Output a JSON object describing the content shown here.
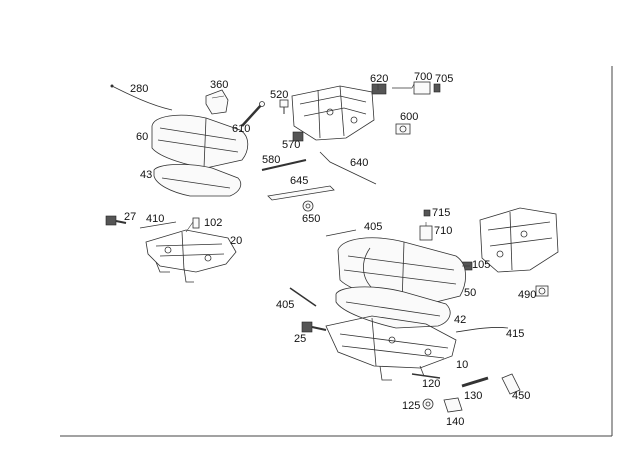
{
  "labels": {
    "l280": "280",
    "l360": "360",
    "l520": "520",
    "l620": "620",
    "l700": "700",
    "l705": "705",
    "l60": "60",
    "l610": "610",
    "l600": "600",
    "l570": "570",
    "l580": "580",
    "l640": "640",
    "l43": "43",
    "l645": "645",
    "l27": "27",
    "l410": "410",
    "l102": "102",
    "l650": "650",
    "l20": "20",
    "l405a": "405",
    "l715": "715",
    "l710": "710",
    "l105": "105",
    "l50": "50",
    "l490": "490",
    "l405b": "405",
    "l42": "42",
    "l415": "415",
    "l25": "25",
    "l10": "10",
    "l120": "120",
    "l130": "130",
    "l450": "450",
    "l125": "125",
    "l140": "140"
  }
}
